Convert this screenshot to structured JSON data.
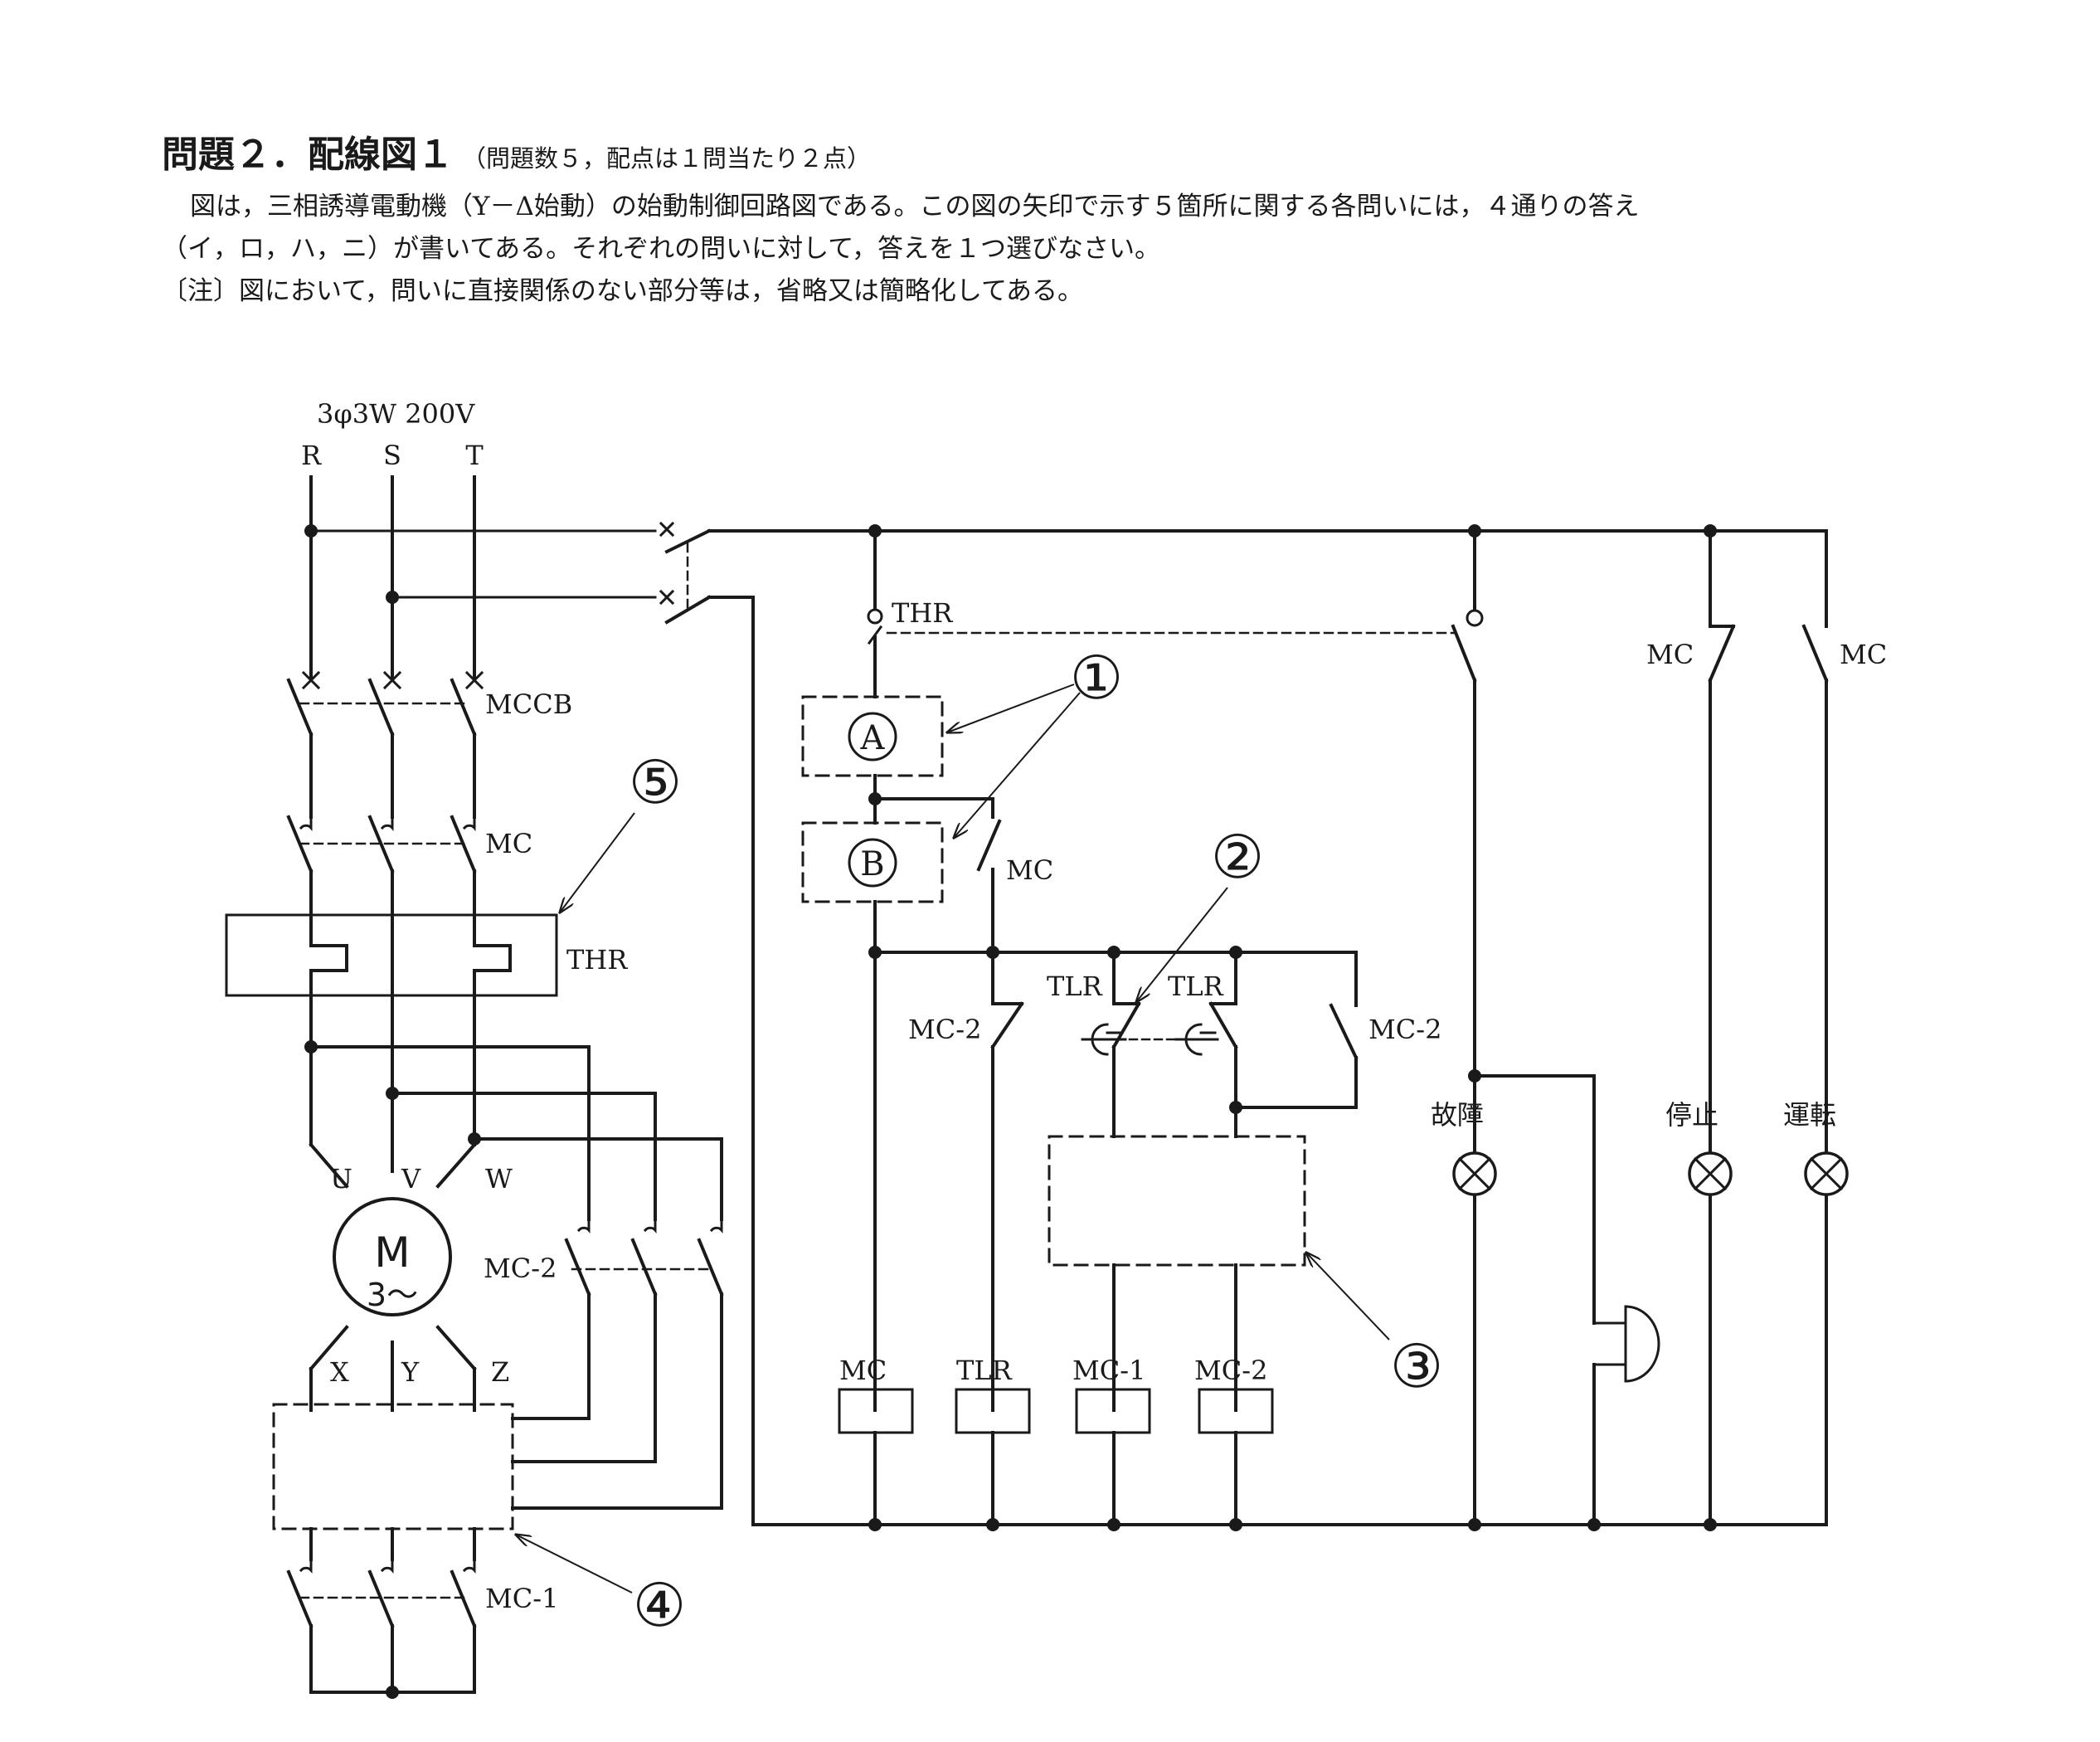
{
  "header": {
    "title": "問題２．配線図１",
    "subtitle": "（問題数５，配点は１問当たり２点）",
    "description_1": "図は，三相誘導電動機（Y－Δ始動）の始動制御回路図である。この図の矢印で示す５箇所に関する各問いには，４通りの答え",
    "description_2": "（イ，ロ，ハ，ニ）が書いてある。それぞれの問いに対して，答えを１つ選びなさい。",
    "note": "〔注〕図において，問いに直接関係のない部分等は，省略又は簡略化してある。"
  },
  "diagram": {
    "supply": "3φ3W 200V",
    "phases": [
      "R",
      "S",
      "T"
    ],
    "labels": {
      "mccb": "MCCB",
      "mc_main": "MC",
      "thr_main": "THR",
      "mc2_main": "MC-2",
      "mc1_main": "MC-1",
      "thr_ctrl": "THR",
      "mc_ctrl": "MC",
      "mc2_ctrl_left": "MC-2",
      "tlr_a": "TLR",
      "tlr_b": "TLR",
      "mc2_ctrl_right": "MC-2",
      "mc_lamp_a": "MC",
      "mc_lamp_b": "MC",
      "fault": "故障",
      "stop": "停止",
      "run": "運転",
      "coil_mc": "MC",
      "coil_tlr": "TLR",
      "coil_mc1": "MC-1",
      "coil_mc2": "MC-2"
    },
    "motor": {
      "symbol": "M",
      "sub": "3～"
    },
    "terminals": [
      "U",
      "V",
      "W",
      "X",
      "Y",
      "Z"
    ],
    "box_letters": [
      "A",
      "B"
    ],
    "callouts": [
      "①",
      "②",
      "③",
      "④",
      "⑤"
    ]
  }
}
